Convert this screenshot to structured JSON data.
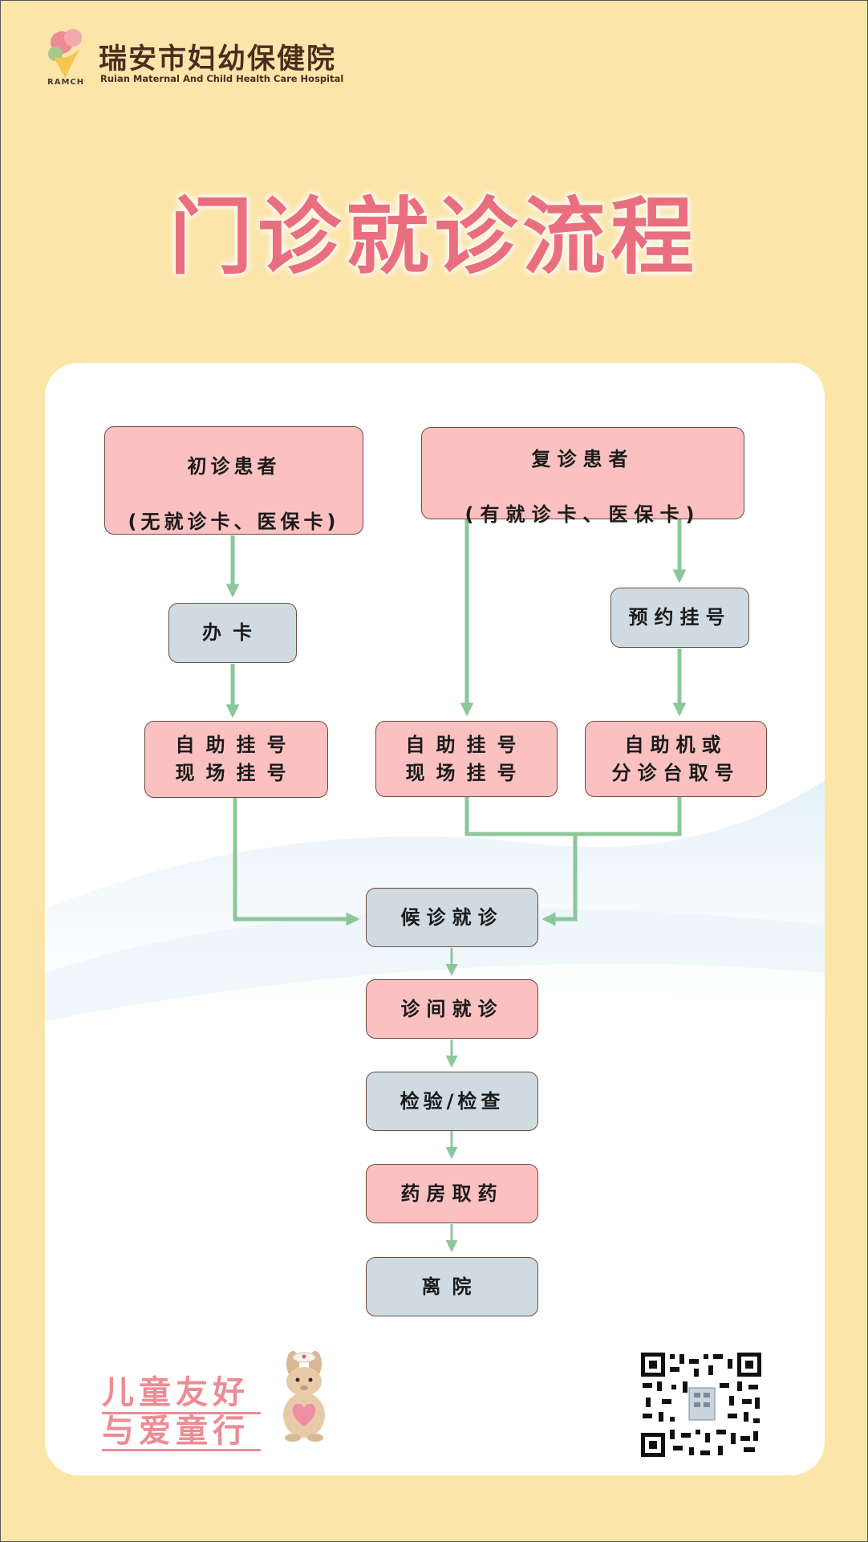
{
  "hospital": {
    "name_cn": "瑞安市妇幼保健院",
    "name_en": "Ruian Maternal And Child Health Care Hospital",
    "abbr": "RAMCH"
  },
  "title": "门诊就诊流程",
  "flow": {
    "first_visit": {
      "line1": "初诊患者",
      "line2": "(无就诊卡、医保卡)"
    },
    "return_visit": {
      "line1": "复诊患者",
      "line2": "(有就诊卡、医保卡)"
    },
    "card_application": "办卡",
    "appointment": "预约挂号",
    "self_register_left": "自助挂号\n现场挂号",
    "self_register_mid": "自助挂号\n现场挂号",
    "ticket_pickup": "自助机或\n分诊台取号",
    "waiting": "候诊就诊",
    "consultation": "诊间就诊",
    "examination": "检验/检查",
    "pharmacy": "药房取药",
    "leave": "离院"
  },
  "slogan": {
    "line1": "儿童友好",
    "line2": "与爱童行"
  },
  "colors": {
    "background": "#fbe5a9",
    "title": "#ea6f7e",
    "box_pink": "#fbc1c0",
    "box_grey": "#cfdbe1",
    "arrow": "#8cc79a",
    "slogan": "#ec8c95"
  },
  "icons": [
    "hospital-logo-icon",
    "mascot-icon",
    "qr-code-icon"
  ]
}
